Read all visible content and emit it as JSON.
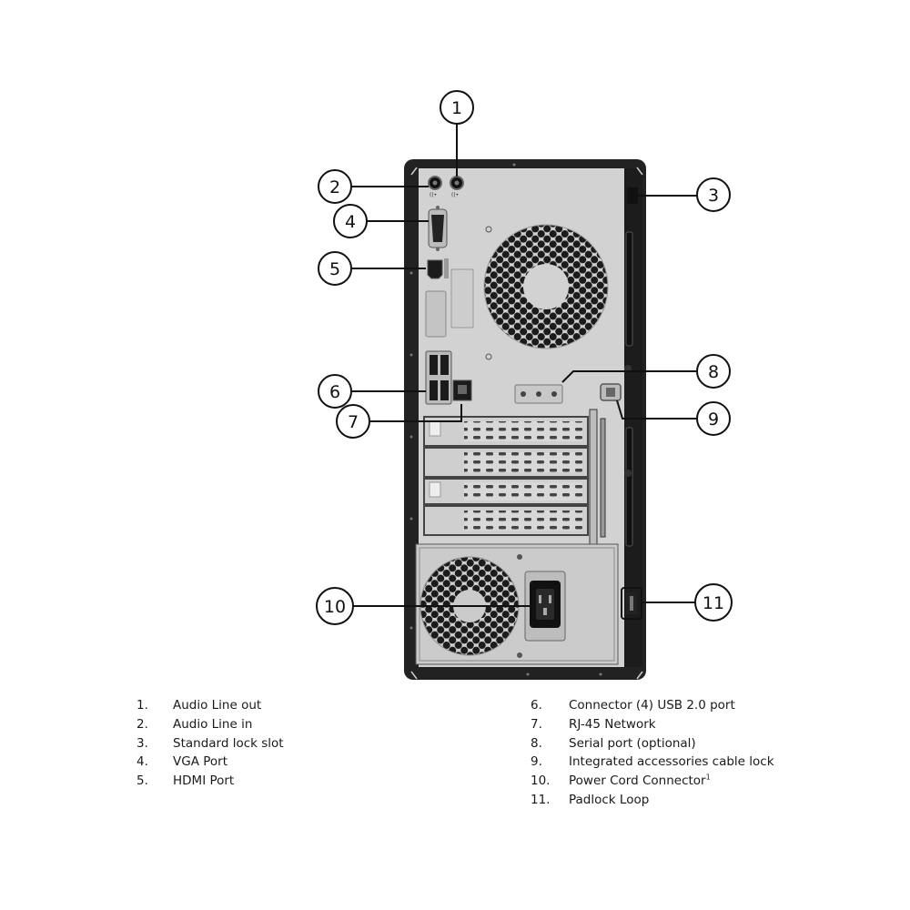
{
  "callouts": [
    "1",
    "2",
    "3",
    "4",
    "5",
    "6",
    "7",
    "8",
    "9",
    "10",
    "11"
  ],
  "legend_left": [
    {
      "num": "1.",
      "label": "Audio Line out"
    },
    {
      "num": "2.",
      "label": "Audio Line in"
    },
    {
      "num": "3.",
      "label": "Standard lock slot"
    },
    {
      "num": "4.",
      "label": "VGA Port"
    },
    {
      "num": "5.",
      "label": "HDMI Port"
    }
  ],
  "legend_right": [
    {
      "num": "6.",
      "label": "Connector (4) USB 2.0 port"
    },
    {
      "num": "7.",
      "label": "RJ-45 Network"
    },
    {
      "num": "8.",
      "label": "Serial port (optional)"
    },
    {
      "num": "9.",
      "label": "Integrated accessories cable lock"
    },
    {
      "num": "10.",
      "label": "Power Cord Connector",
      "sup": "1"
    },
    {
      "num": "11.",
      "label": "Padlock Loop"
    }
  ],
  "colors": {
    "chassis": "#222222",
    "panel": "#d4d4d4",
    "outline": "#111111"
  }
}
